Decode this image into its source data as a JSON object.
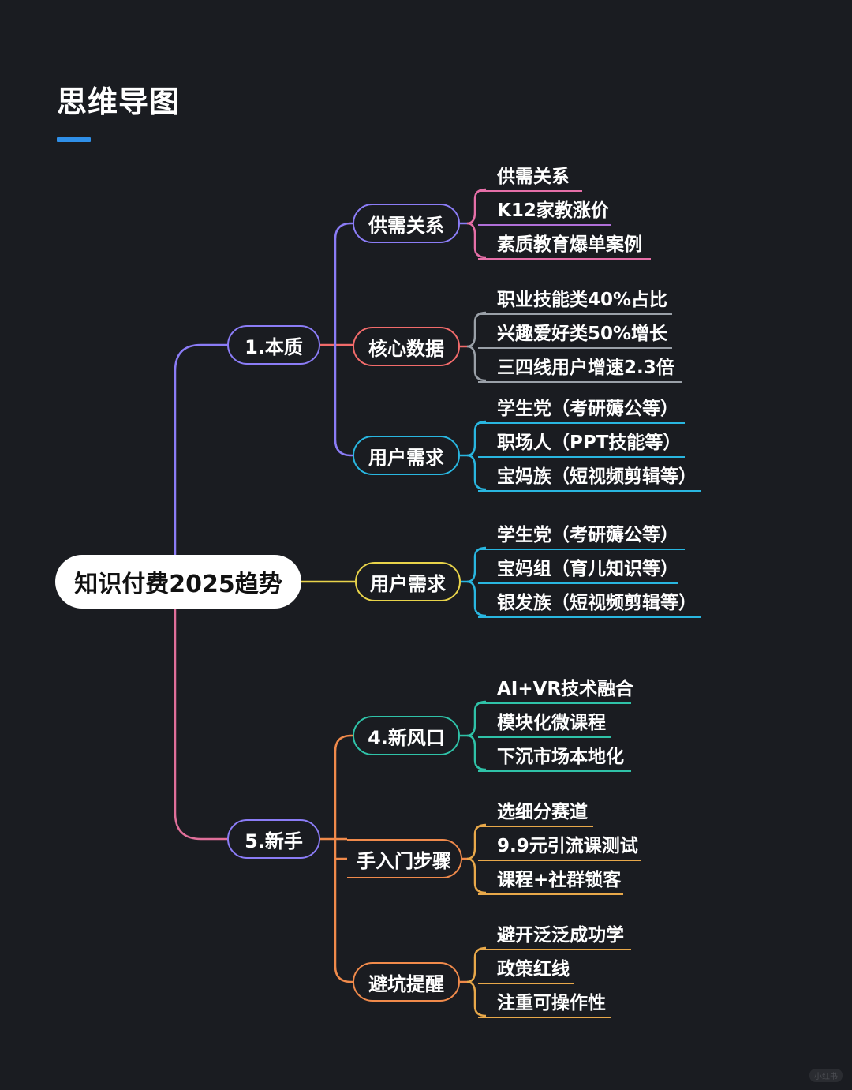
{
  "title": "思维导图",
  "watermark": "小红书",
  "colors": {
    "background": "#1a1c21",
    "accent": "#2f8fe8",
    "purple": "#8b7cf6",
    "red": "#f26b6b",
    "cyan": "#29b6e0",
    "yellow": "#e8d34a",
    "teal": "#2fc2a8",
    "orange": "#f08a4b"
  },
  "root": {
    "label": "知识付费2025趋势"
  },
  "branches": [
    {
      "id": "essence",
      "label": "1.本质",
      "color": "#8b7cf6",
      "children": [
        {
          "id": "supply",
          "label": "供需关系",
          "color": "#8b7cf6",
          "leaves": [
            "供需关系",
            "K12家教涨价",
            "素质教育爆单案例"
          ],
          "leaf_colors": [
            "#e66fa8",
            "#b06fd8",
            "#e66fa8"
          ]
        },
        {
          "id": "coredata",
          "label": "核心数据",
          "color": "#f26b6b",
          "leaves": [
            "职业技能类40%占比",
            "兴趣爱好类50%增长",
            "三四线用户增速2.3倍"
          ],
          "leaf_colors": [
            "#9aa0a8",
            "#9aa0a8",
            "#9aa0a8"
          ]
        },
        {
          "id": "userneed1",
          "label": "用户需求",
          "color": "#29b6e0",
          "leaves": [
            "学生党（考研薅公等）",
            "职场人（PPT技能等）",
            "宝妈族（短视频剪辑等）"
          ],
          "leaf_colors": [
            "#29b6e0",
            "#29b6e0",
            "#29b6e0"
          ]
        }
      ]
    },
    {
      "id": "userneed2",
      "label": "用户需求",
      "color": "#e8d34a",
      "leaves": [
        "学生党（考研薅公等）",
        "宝妈组（育儿知识等）",
        "银发族（短视频剪辑等）"
      ],
      "leaf_colors": [
        "#29b6e0",
        "#29b6e0",
        "#29b6e0"
      ]
    },
    {
      "id": "newbie",
      "label": "5.新手",
      "color": "#8b7cf6",
      "children": [
        {
          "id": "newwind",
          "label": "4.新风口",
          "color": "#2fc2a8",
          "leaves": [
            "AI+VR技术融合",
            "模块化微课程",
            "下沉市场本地化"
          ],
          "leaf_colors": [
            "#2fc2a8",
            "#2fc2a8",
            "#2fc2a8"
          ]
        },
        {
          "id": "steps",
          "label": "手入门步骤",
          "color": "#f08a4b",
          "leaves": [
            "选细分赛道",
            "9.9元引流课测试",
            "课程+社群锁客"
          ],
          "leaf_colors": [
            "#e8a84a",
            "#e8a84a",
            "#e8a84a"
          ]
        },
        {
          "id": "pitfalls",
          "label": "避坑提醒",
          "color": "#f08a4b",
          "leaves": [
            "避开泛泛成功学",
            "政策红线",
            "注重可操作性"
          ],
          "leaf_colors": [
            "#e8a84a",
            "#e8a84a",
            "#e8a84a"
          ]
        }
      ]
    }
  ]
}
